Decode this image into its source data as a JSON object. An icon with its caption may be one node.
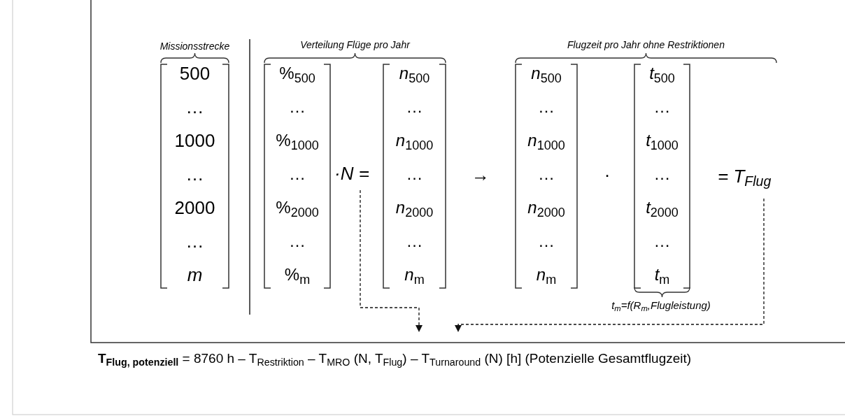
{
  "diagram": {
    "nodes": [
      {
        "text": [
          "·N ="
        ]
      },
      {
        "text": [
          "= T$_{Flug}$"
        ]
      },
      {
        "text": [
          "**T$_{Flug, potenziell}$** = 8760 h – T$_{Restriktion}$ – T$_{MRO}$ (N, T$_{Flug}$) – T$_{Turnaround}$ (N) [h] (Potenzielle Gesamtflugzeit)"
        ]
      }
    ],
    "edges": [
      {
        "from": 0,
        "to": 2,
        "arrow": "to",
        "style": "dashed"
      },
      {
        "from": 1,
        "to": 2,
        "arrow": "to",
        "style": "dashed"
      }
    ],
    "labels": [
      "Missionsstrecke",
      "Verteilung Flüge pro Jahr",
      "Flugzeit pro Jahr ohne Restriktionen",
      "500",
      "…",
      "1000",
      "…",
      "2000",
      "…",
      "*m*",
      "%$_{500}$",
      "…",
      "%$_{1000}$",
      "…",
      "%$_{2000}$",
      "…",
      "%$_{m}$",
      "*n*$_{500}$",
      "…",
      "*n*$_{1000}$",
      "…",
      "*n*$_{2000}$",
      "…",
      "*n*$_{m}$",
      "→",
      "*n*$_{500}$",
      "…",
      "*n*$_{1000}$",
      "…",
      "*n*$_{2000}$",
      "…",
      "*n*$_{m}$",
      "·",
      "*t*$_{500}$",
      "…",
      "*t*$_{1000}$",
      "…",
      "*t*$_{2000}$",
      "…",
      "*t*$_{m}$",
      "t$_{m}$=f(R$_{m}$,Flugleistung)"
    ]
  }
}
